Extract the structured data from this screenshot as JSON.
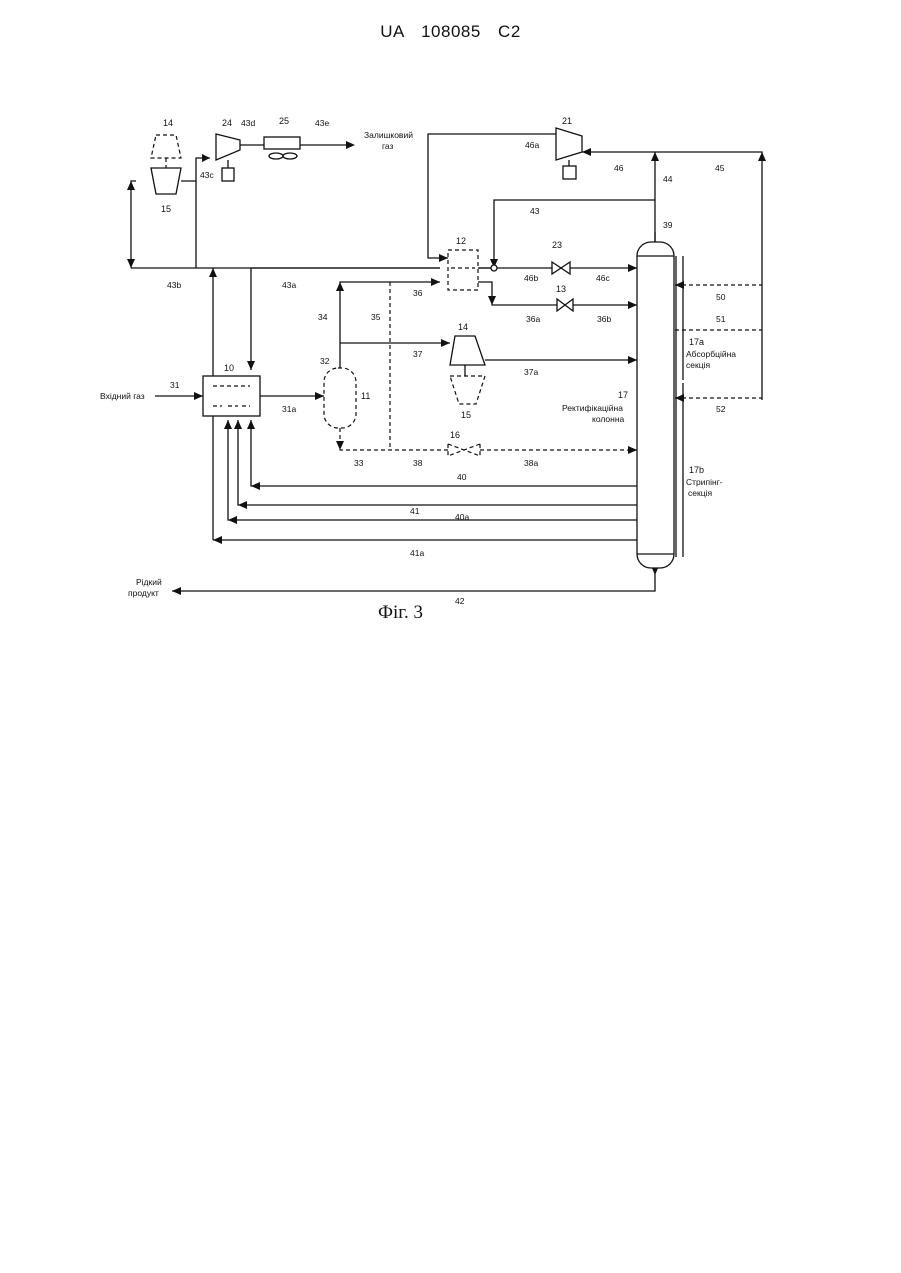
{
  "header": {
    "patent_number": "UA   108085   C2"
  },
  "figure": {
    "caption": "Фіг. 3"
  },
  "equipment": {
    "heat_exchanger_10": "10",
    "separator_11": "11",
    "heat_exchanger_12": "12",
    "valve_13": "13",
    "expander_14": "14",
    "compressor_15": "15",
    "valve_16": "16",
    "column_17": "17",
    "absorption_17a": "17a",
    "stripping_17b": "17b",
    "compressor_21": "21",
    "valve_23": "23",
    "compressor_24": "24",
    "cooler_25": "25",
    "expander_14_top": "14",
    "compressor_15_top": "15"
  },
  "streams": {
    "s31": "31",
    "s31a": "31a",
    "s32": "32",
    "s33": "33",
    "s34": "34",
    "s35": "35",
    "s36": "36",
    "s36a": "36a",
    "s36b": "36b",
    "s37": "37",
    "s37a": "37a",
    "s38": "38",
    "s38a": "38a",
    "s39": "39",
    "s40": "40",
    "s40a": "40a",
    "s41": "41",
    "s41a": "41a",
    "s42": "42",
    "s43": "43",
    "s43a": "43a",
    "s43b": "43b",
    "s43c": "43c",
    "s43d": "43d",
    "s43e": "43e",
    "s44": "44",
    "s45": "45",
    "s46": "46",
    "s46a": "46a",
    "s46b": "46b",
    "s46c": "46c",
    "s50": "50",
    "s51": "51",
    "s52": "52"
  },
  "text_labels": {
    "inlet_gas": "Вхідний газ",
    "residue_gas_1": "Залишковий",
    "residue_gas_2": "газ",
    "liquid_product_1": "Рідкий",
    "liquid_product_2": "продукт",
    "column_name_1": "Ректифікаційна",
    "column_name_2": "колонна",
    "absorption_1": "Абсорбційна",
    "absorption_2": "секція",
    "stripping_1": "Стрипінг-",
    "stripping_2": "секція"
  }
}
